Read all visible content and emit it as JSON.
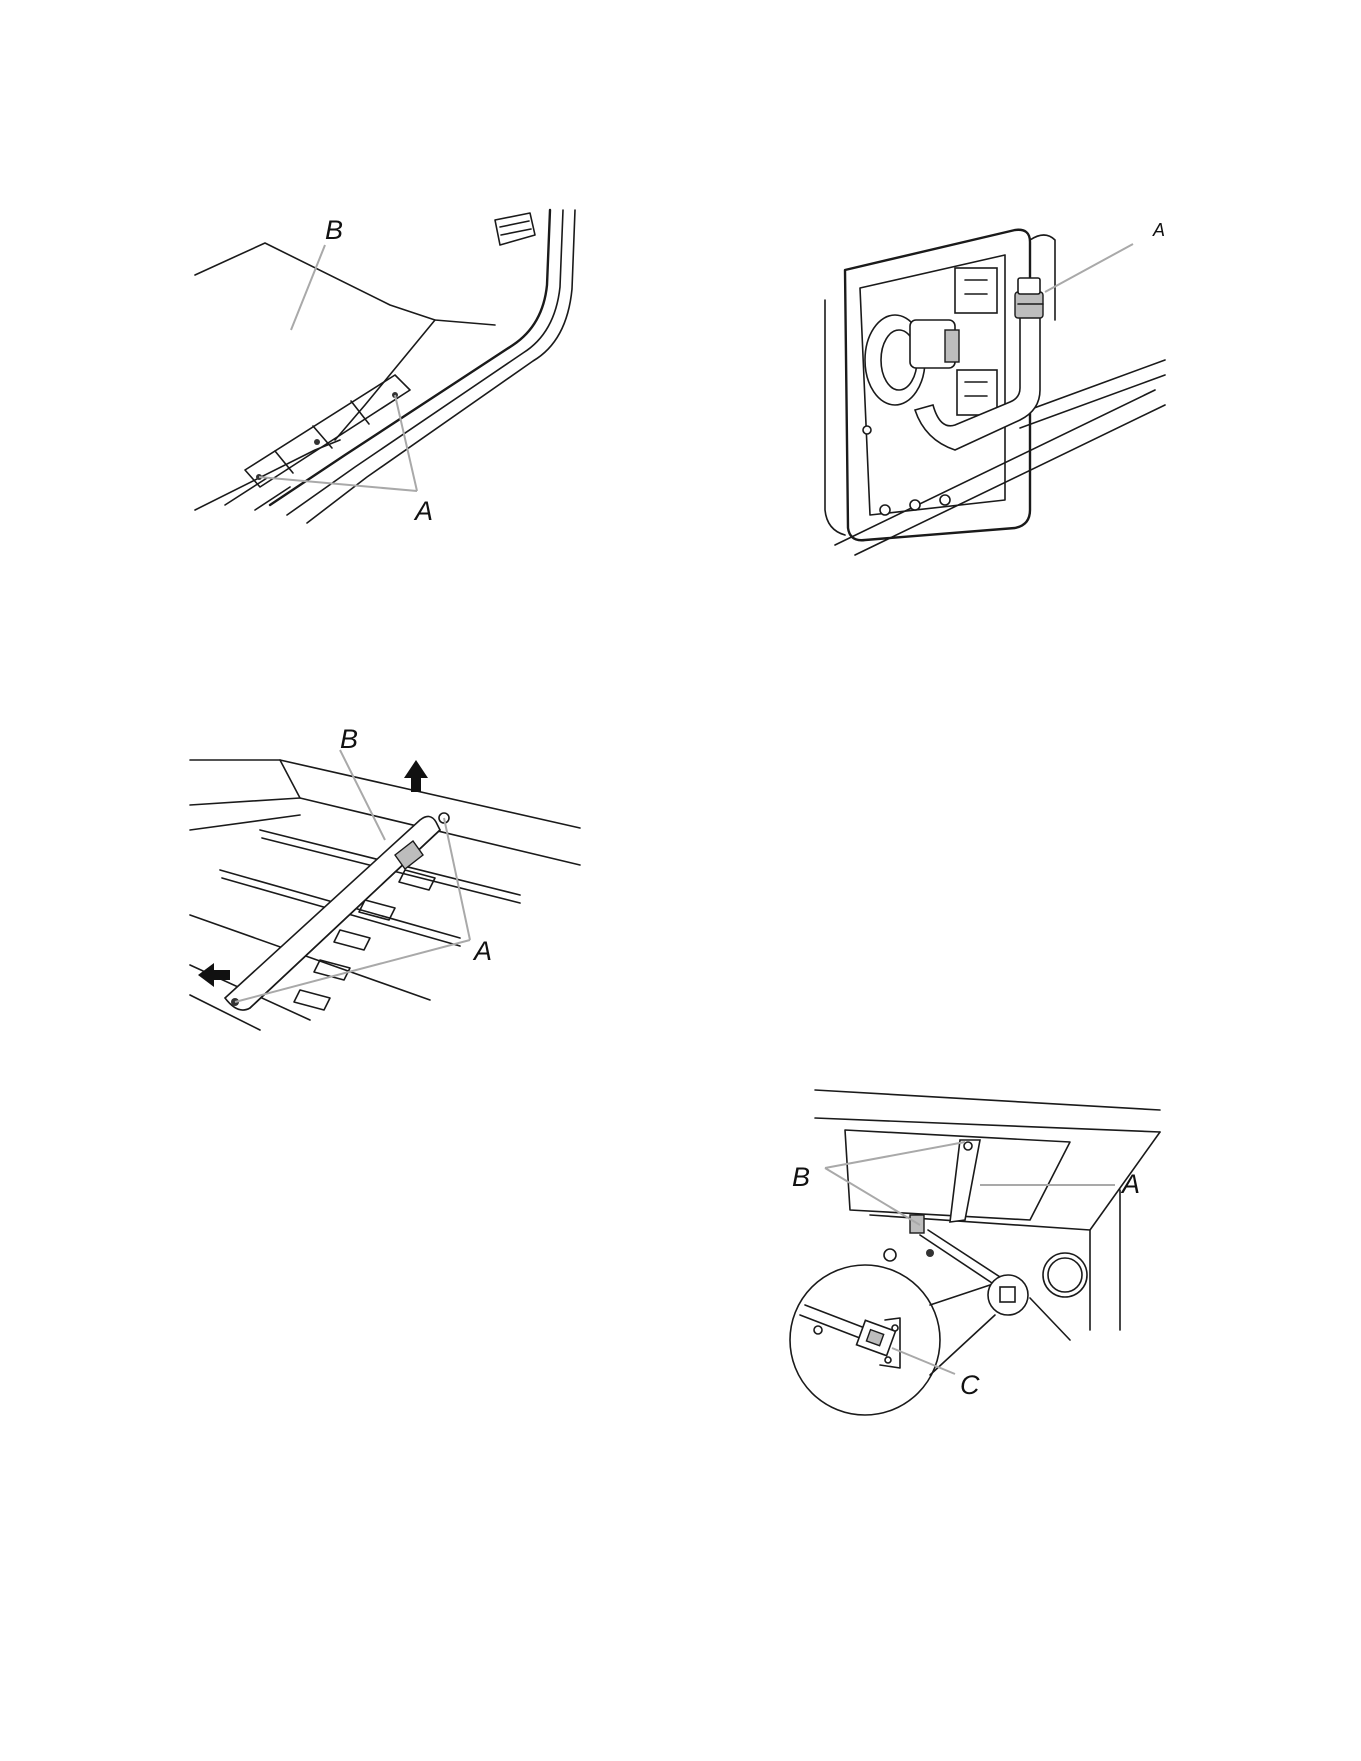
{
  "figures": {
    "fig1": {
      "labels": {
        "a": "A",
        "b": "B"
      }
    },
    "fig2": {
      "labels": {
        "a": "A"
      }
    },
    "fig3": {
      "labels": {
        "a": "A",
        "b": "B"
      }
    },
    "fig4": {
      "labels": {
        "a": "A",
        "b": "B",
        "c": "C"
      }
    }
  },
  "icons": [
    "arrow-up-icon",
    "arrow-left-icon"
  ],
  "colors": {
    "line": "#1a1a1a",
    "leader": "#a9a9a9"
  }
}
